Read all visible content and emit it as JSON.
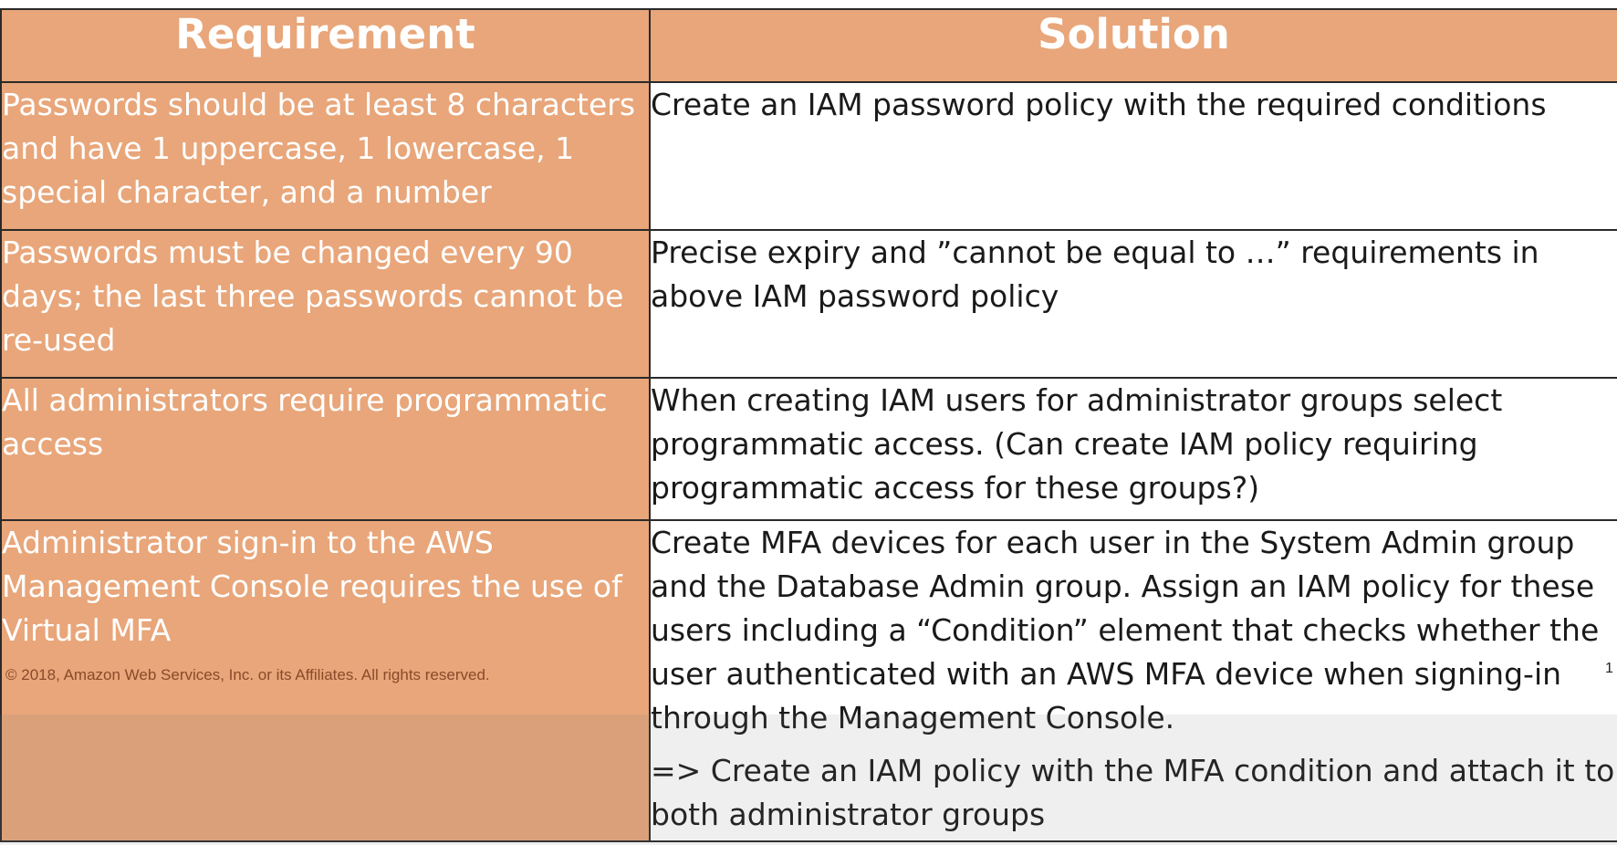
{
  "table": {
    "headers": {
      "requirement": "Requirement",
      "solution": "Solution"
    },
    "rows": [
      {
        "requirement": "Passwords should be at least 8 characters and have 1 uppercase, 1 lowercase, 1 special character, and a number",
        "solution": "Create an IAM password policy with the required conditions",
        "solution_extra": ""
      },
      {
        "requirement": "Passwords must be changed every 90 days; the last three passwords cannot be re-used",
        "solution": "Precise expiry and ”cannot be equal to …” requirements in above IAM password policy",
        "solution_extra": ""
      },
      {
        "requirement": "All administrators require programmatic access",
        "solution": "When creating IAM users for administrator groups select programmatic access. (Can create IAM policy requiring programmatic access for these groups?)",
        "solution_extra": ""
      },
      {
        "requirement": "Administrator sign-in to the AWS Management Console requires the use of Virtual MFA",
        "solution": "Create MFA devices for each user in the System Admin group and the Database Admin group. Assign an IAM policy for these users including a “Condition” element that checks whether the user authenticated with an AWS MFA device when signing-in through the Management Console.",
        "solution_extra": "=> Create an IAM policy with the MFA condition and attach it to both administrator groups"
      }
    ]
  },
  "footer": {
    "copyright": "© 2018, Amazon Web Services, Inc. or its Affiliates. All rights reserved.",
    "page_number": "1"
  },
  "colors": {
    "header_fill": "#e8a67a",
    "requirement_fill": "#e8a67a",
    "solution_fill": "#ffffff",
    "border": "#2a2a2a"
  }
}
